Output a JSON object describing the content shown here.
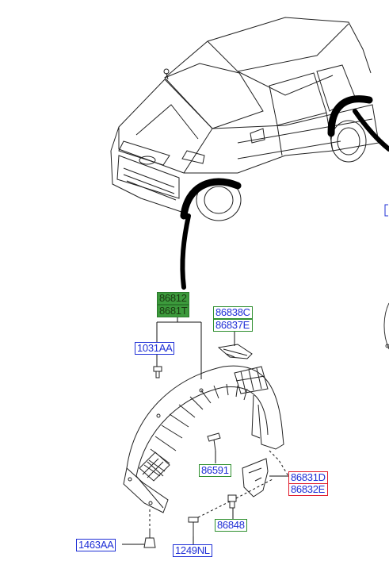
{
  "colors": {
    "callout_blue": "#1f2fd6",
    "callout_green": "#2f8f2f",
    "callout_red": "#e01b2b",
    "highlight_fill": "#3c9a3c",
    "line": "#111111"
  },
  "callouts": {
    "front_guard_upper": "86812",
    "front_guard_lower": "8681T",
    "bracket_upper": "86838C",
    "bracket_lower": "86837E",
    "clip_1031": "1031AA",
    "screw_86591": "86591",
    "mudflap_upper": "86831D",
    "mudflap_lower": "86832E",
    "nut_86848": "86848",
    "bolt_1463": "1463AA",
    "screw_1249": "1249NL"
  }
}
